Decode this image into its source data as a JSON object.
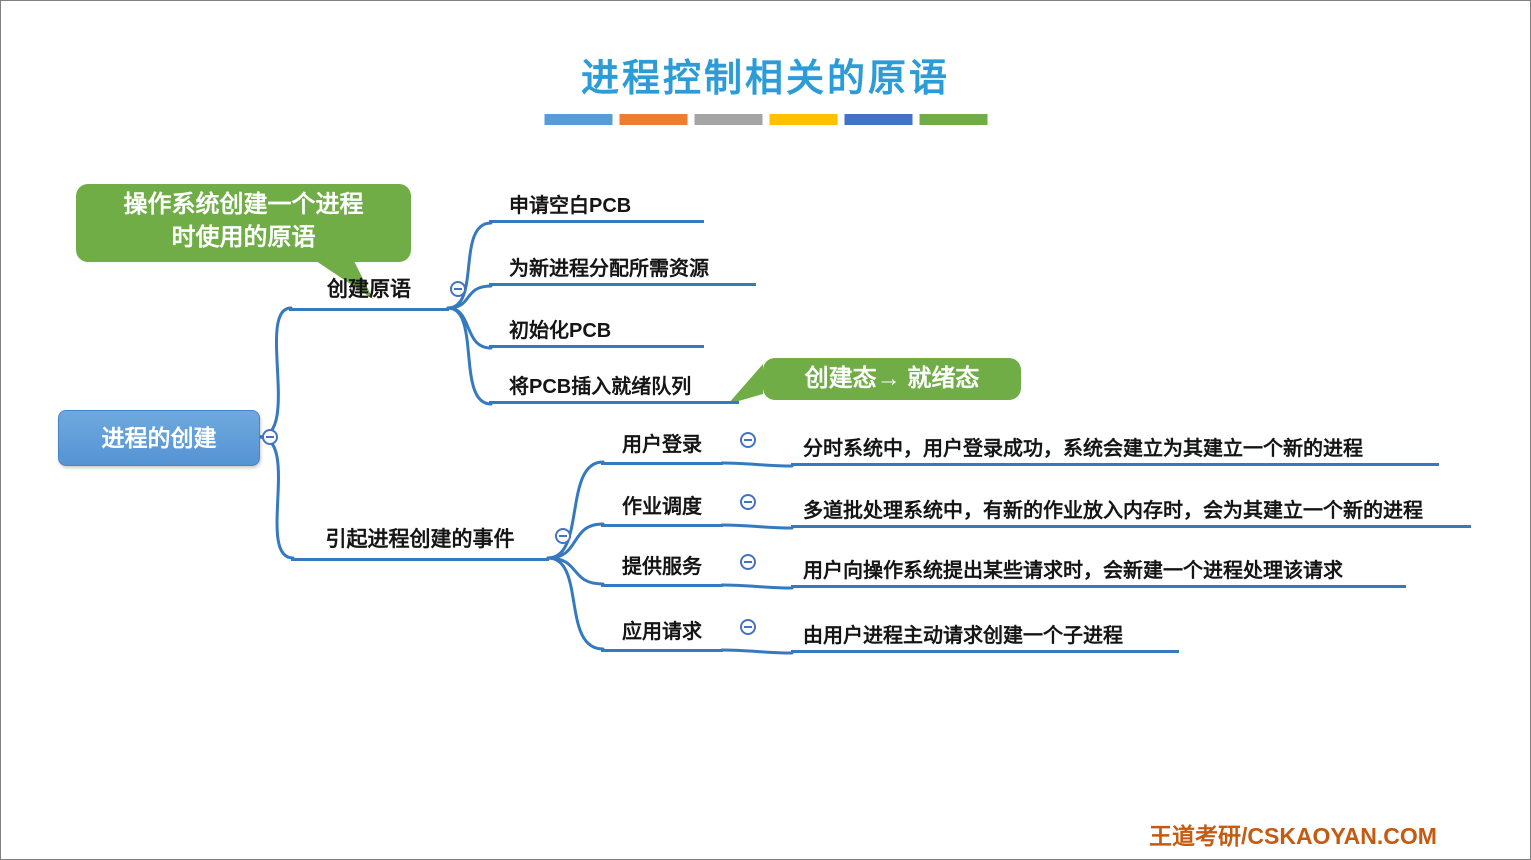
{
  "title": "进程控制相关的原语",
  "legend": {
    "colors": [
      "#5B9BD5",
      "#ED7D31",
      "#A5A5A5",
      "#FFC000",
      "#4472C4",
      "#70AD47"
    ]
  },
  "palette": {
    "line_blue": "#3579BE",
    "root_fill": "#5B9BD5",
    "callout_green": "#70AD47",
    "title_blue": "#2B9CD8",
    "watermark_orange": "#C55A11"
  },
  "root": {
    "label": "进程的创建"
  },
  "callout_primitive": {
    "line1": "操作系统创建一个进程",
    "line2": "时使用的原语"
  },
  "callout_state": {
    "label": "创建态→ 就绪态"
  },
  "create_branch": {
    "label": "创建原语",
    "steps": [
      "申请空白PCB",
      "为新进程分配所需资源",
      "初始化PCB",
      "将PCB插入就绪队列"
    ]
  },
  "events_branch": {
    "label": "引起进程创建的事件",
    "events": [
      {
        "name": "用户登录",
        "desc": "分时系统中，用户登录成功，系统会建立为其建立一个新的进程"
      },
      {
        "name": "作业调度",
        "desc": "多道批处理系统中，有新的作业放入内存时，会为其建立一个新的进程"
      },
      {
        "name": "提供服务",
        "desc": "用户向操作系统提出某些请求时，会新建一个进程处理该请求"
      },
      {
        "name": "应用请求",
        "desc": "由用户进程主动请求创建一个子进程"
      }
    ]
  },
  "icons": {
    "collapse": "minus-circle"
  },
  "watermark": "王道考研/CSKAOYAN.COM"
}
